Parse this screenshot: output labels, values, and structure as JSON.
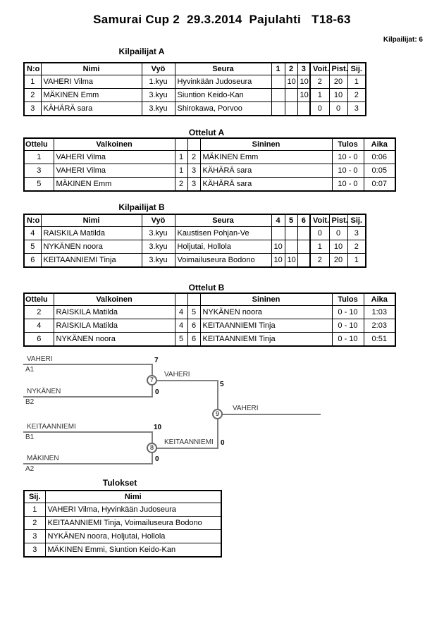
{
  "page": {
    "title": "Samurai Cup 2  29.3.2014  Pajulahti   T18-63",
    "competitors_label": "Kilpailijat: 6"
  },
  "kilpailijat_a": {
    "heading": "Kilpailijat A",
    "headers": [
      "N:o",
      "Nimi",
      "Vyö",
      "Seura",
      "1",
      "2",
      "3",
      "Voit.",
      "Pist.",
      "Sij."
    ],
    "rows": [
      [
        "1",
        "VAHERI Vilma",
        "1.kyu",
        "Hyvinkään Judoseura",
        "",
        "10",
        "10",
        "2",
        "20",
        "1"
      ],
      [
        "2",
        "MÄKINEN Emm",
        "3.kyu",
        "Siuntion Keido-Kan",
        "",
        "",
        "10",
        "1",
        "10",
        "2"
      ],
      [
        "3",
        "KÄHÄRÄ sara",
        "3.kyu",
        "Shirokawa, Porvoo",
        "",
        "",
        "",
        "0",
        "0",
        "3"
      ]
    ]
  },
  "ottelut_a": {
    "heading": "Ottelut A",
    "headers": [
      "Ottelu",
      "Valkoinen",
      "Sininen",
      "Tulos",
      "Aika"
    ],
    "rows": [
      [
        "1",
        "VAHERI Vilma",
        "1",
        "2",
        "MÄKINEN Emm",
        "10 - 0",
        "0:06"
      ],
      [
        "3",
        "VAHERI Vilma",
        "1",
        "3",
        "KÄHÄRÄ sara",
        "10 - 0",
        "0:05"
      ],
      [
        "5",
        "MÄKINEN Emm",
        "2",
        "3",
        "KÄHÄRÄ sara",
        "10 - 0",
        "0:07"
      ]
    ]
  },
  "kilpailijat_b": {
    "heading": "Kilpailijat B",
    "headers": [
      "N:o",
      "Nimi",
      "Vyö",
      "Seura",
      "4",
      "5",
      "6",
      "Voit.",
      "Pist.",
      "Sij."
    ],
    "rows": [
      [
        "4",
        "RAISKILA Matilda",
        "3.kyu",
        "Kaustisen Pohjan-Ve",
        "",
        "",
        "",
        "0",
        "0",
        "3"
      ],
      [
        "5",
        "NYKÄNEN noora",
        "3.kyu",
        "Holjutai, Hollola",
        "10",
        "",
        "",
        "1",
        "10",
        "2"
      ],
      [
        "6",
        "KEITAANNIEMI Tinja",
        "3.kyu",
        "Voimailuseura Bodono",
        "10",
        "10",
        "",
        "2",
        "20",
        "1"
      ]
    ]
  },
  "ottelut_b": {
    "heading": "Ottelut B",
    "headers": [
      "Ottelu",
      "Valkoinen",
      "Sininen",
      "Tulos",
      "Aika"
    ],
    "rows": [
      [
        "2",
        "RAISKILA Matilda",
        "4",
        "5",
        "NYKÄNEN noora",
        "0 - 10",
        "1:03"
      ],
      [
        "4",
        "RAISKILA Matilda",
        "4",
        "6",
        "KEITAANNIEMI Tinja",
        "0 - 10",
        "2:03"
      ],
      [
        "6",
        "NYKÄNEN noora",
        "5",
        "6",
        "KEITAANNIEMI Tinja",
        "0 - 10",
        "0:51"
      ]
    ]
  },
  "bracket": {
    "semi1": {
      "top_name": "VAHERI",
      "top_seed": "A1",
      "top_score": "7",
      "bottom_name": "NYKÄNEN",
      "bottom_seed": "B2",
      "bottom_score": "0",
      "match_no": "7",
      "winner_name": "VAHERI",
      "winner_score": "5"
    },
    "semi2": {
      "top_name": "KEITAANNIEMI",
      "top_seed": "B1",
      "top_score": "10",
      "bottom_name": "MÄKINEN",
      "bottom_seed": "A2",
      "bottom_score": "0",
      "match_no": "8",
      "winner_name": "KEITAANNIEMI",
      "winner_score": "0"
    },
    "final": {
      "match_no": "9",
      "winner_name": "VAHERI"
    }
  },
  "tulokset": {
    "heading": "Tulokset",
    "headers": [
      "Sij.",
      "Nimi"
    ],
    "rows": [
      [
        "1",
        "VAHERI Vilma, Hyvinkään Judoseura"
      ],
      [
        "2",
        "KEITAANNIEMI Tinja, Voimailuseura Bodono"
      ],
      [
        "3",
        "NYKÄNEN noora, Holjutai, Hollola"
      ],
      [
        "3",
        "MÄKINEN Emmi, Siuntion Keido-Kan"
      ]
    ]
  },
  "colors": {
    "bracket_line": "#808080",
    "text": "#000000",
    "background": "#ffffff"
  }
}
